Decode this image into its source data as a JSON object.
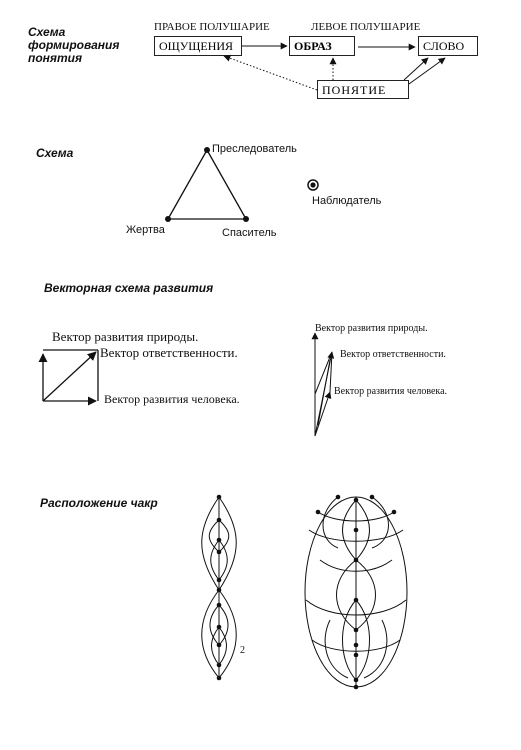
{
  "section1": {
    "title_line1": "Схема",
    "title_line2": "формирования",
    "title_line3": "понятия",
    "right_hemisphere": "ПРАВОЕ ПОЛУШАРИЕ",
    "left_hemisphere": "ЛЕВОЕ ПОЛУШАРИЕ",
    "sensations": "ОЩУЩЕНИЯ",
    "image": "ОБРАЗ",
    "word": "СЛОВО",
    "concept": "ПОНЯТИЕ"
  },
  "section2": {
    "title": "Схема",
    "persecutor": "Преследователь",
    "victim": "Жертва",
    "rescuer": "Спаситель",
    "observer": "Наблюдатель"
  },
  "section3": {
    "title": "Векторная схема развития",
    "nature_vector": "Вектор развития природы.",
    "responsibility_vector": "Вектор ответственности.",
    "human_vector": "Вектор развития человека.",
    "nature_vector_small": "Вектор развития природы.",
    "responsibility_vector_small": "Вектор ответственности.",
    "human_vector_small": "Вектор развития человека."
  },
  "section4": {
    "title": "Расположение чакр",
    "stray_mark": "2"
  }
}
